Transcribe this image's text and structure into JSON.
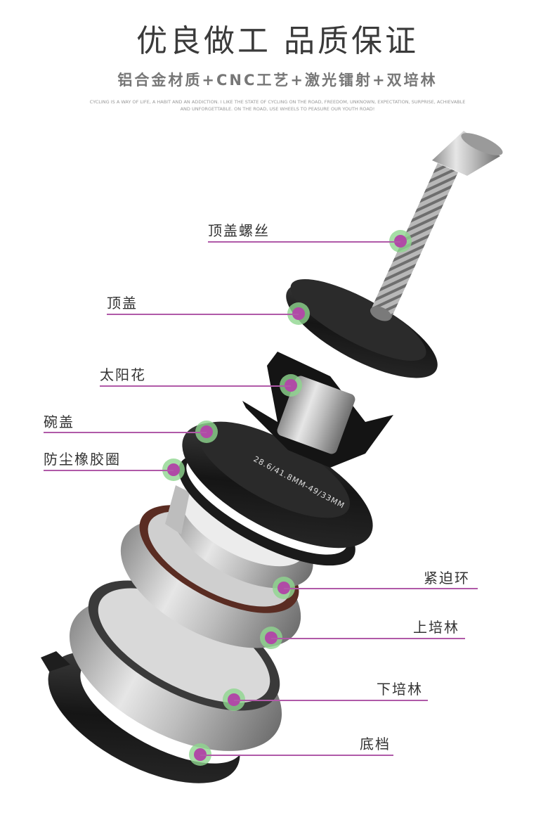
{
  "header": {
    "title": "优良做工 品质保证",
    "subtitle": "铝合金材质+CNC工艺+激光镭射+双培林",
    "tagline": "CYCLING IS A WAY OF LIFE, A HABIT AND AN ADDICTION. I LIKE THE STATE OF CYCLING ON THE ROAD, FREEDOM, UNKNOWN, EXPECTATION, SURPRISE, ACHIEVABLE AND UNFORGETTABLE. ON THE ROAD, USE WHEELS TO PEASURE OUR YOUTH ROAD!"
  },
  "engraving": "28.6/41.8MM-49/33MM",
  "parts": [
    {
      "label": "顶盖螺丝"
    },
    {
      "label": "顶盖"
    },
    {
      "label": "太阳花"
    },
    {
      "label": "碗盖"
    },
    {
      "label": "防尘橡胶圈"
    },
    {
      "label": "紧迫环"
    },
    {
      "label": "上培林"
    },
    {
      "label": "下培林"
    },
    {
      "label": "底档"
    }
  ],
  "colors": {
    "callout_line": "#b05aa8",
    "marker_dot": "#b04ba6",
    "marker_halo": "#8fd68f"
  }
}
